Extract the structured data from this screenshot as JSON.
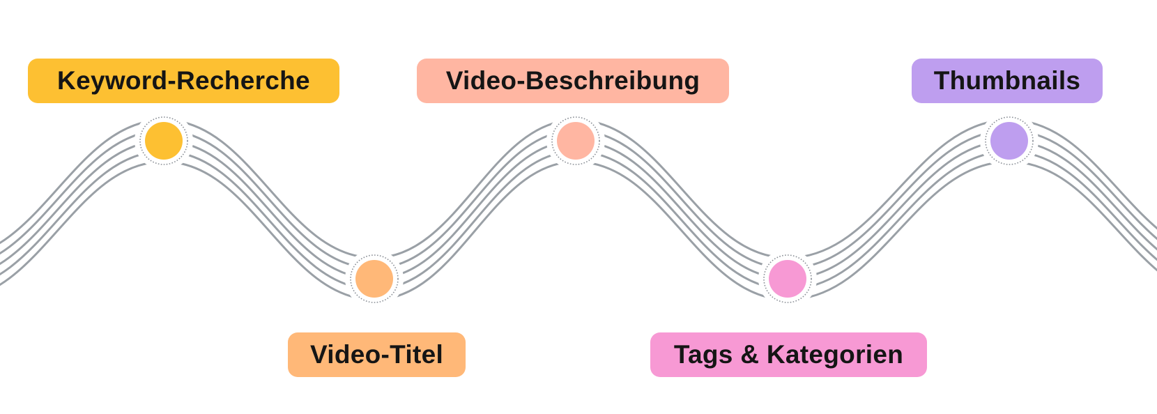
{
  "steps": [
    {
      "label": "Keyword-Recherche",
      "color": "#FDC032",
      "position": "top"
    },
    {
      "label": "Video-Titel",
      "color": "#FFB878",
      "position": "bottom"
    },
    {
      "label": "Video-Beschreibung",
      "color": "#FFB6A2",
      "position": "top"
    },
    {
      "label": "Tags & Kategorien",
      "color": "#F799D4",
      "position": "bottom"
    },
    {
      "label": "Thumbnails",
      "color": "#BE9EEF",
      "position": "top"
    }
  ],
  "line_color": "#9AA0A6"
}
